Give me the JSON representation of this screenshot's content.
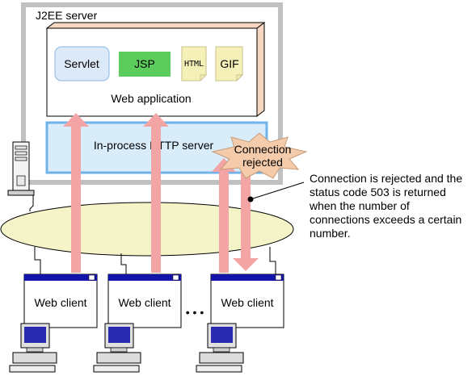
{
  "server": {
    "title": "J2EE server"
  },
  "webapp": {
    "label": "Web application",
    "components": {
      "servlet": "Servlet",
      "jsp": "JSP",
      "html": "HTML",
      "gif": "GIF"
    }
  },
  "http_server": {
    "label": "In-process HTTP server"
  },
  "rejected": {
    "line1": "Connection",
    "line2": "rejected"
  },
  "note": {
    "lines": [
      "Connection is rejected and the",
      "status code 503 is returned",
      "when the number of",
      "connections exceeds a certain",
      "number."
    ]
  },
  "clients": [
    {
      "label": "Web client"
    },
    {
      "label": "Web client"
    },
    {
      "label": "Web client"
    }
  ],
  "ellipsis": "• • •",
  "colors": {
    "server_border": "#c0c0c0",
    "webapp_fill": "#ffffff",
    "webapp_side": "#f7d7c1",
    "http_fill": "#d9ecfa",
    "http_border": "#6fb3ea",
    "jsp_fill": "#5ccc5c",
    "servlet_fill": "#dce9f8",
    "doc_fill": "#f5f0b8",
    "arrow_fill": "#f3a4a4",
    "burst_fill": "#f4ccab",
    "network_fill": "#f4f4c8",
    "client_title": "#1414a8"
  }
}
